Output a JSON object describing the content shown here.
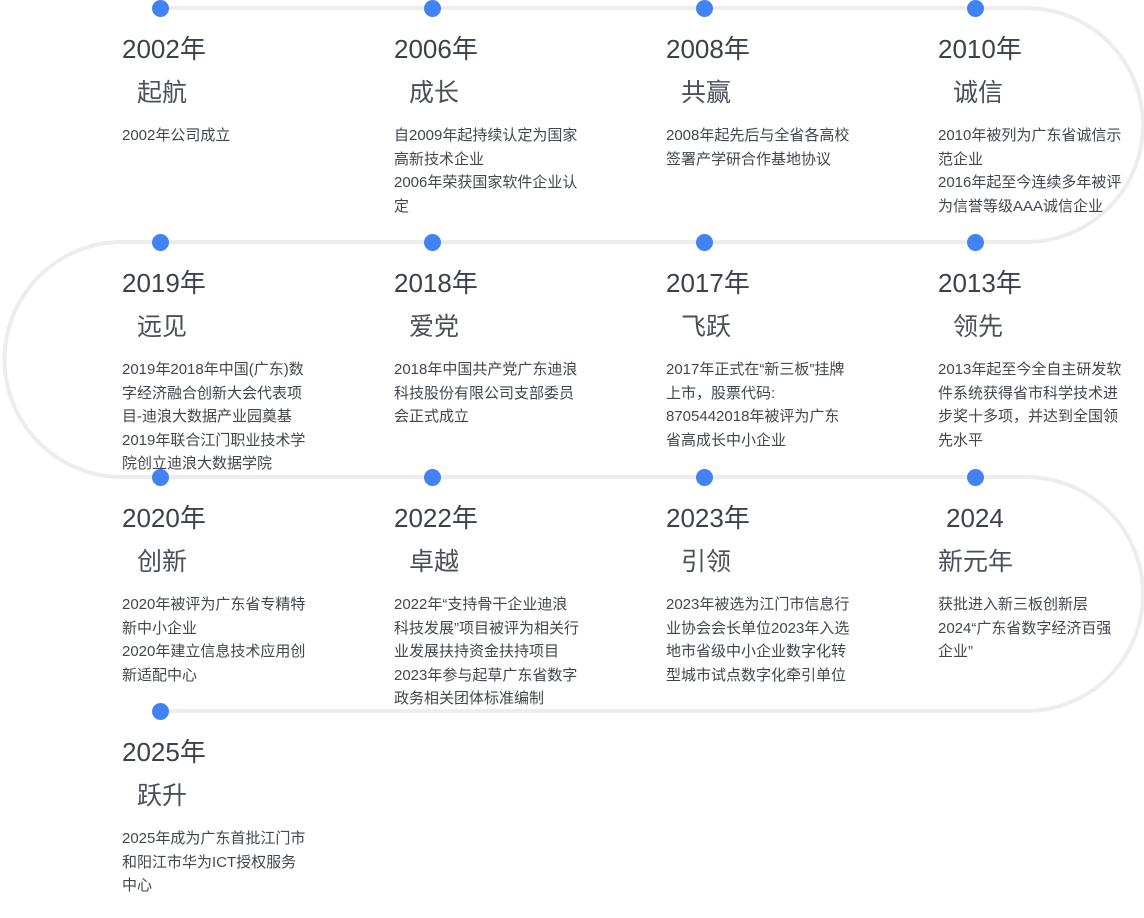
{
  "colors": {
    "background": "#ffffff",
    "line": "#ededed",
    "dot": "#4183f5",
    "year_text": "#3c414b",
    "title_text": "#4a4f5a",
    "body_text": "#41464f"
  },
  "timeline": {
    "shape": "serpentine-path",
    "rows": 4,
    "node_count": 13
  },
  "items": [
    {
      "year": "2002年",
      "title": "起航",
      "body": [
        "2002年公司成立"
      ]
    },
    {
      "year": "2006年",
      "title": "成长",
      "body": [
        "自2009年起持续认定为国家高新技术企业",
        "2006年荣获国家软件企业认定"
      ]
    },
    {
      "year": "2008年",
      "title": "共赢",
      "body": [
        "2008年起先后与全省各高校签署产学研合作基地协议"
      ]
    },
    {
      "year": "2010年",
      "title": "诚信",
      "body": [
        "2010年被列为广东省诚信示范企业",
        "2016年起至今连续多年被评为信誉等级AAA诚信企业"
      ]
    },
    {
      "year": "2019年",
      "title": "远见",
      "body": [
        "2019年2018年中国(广东)数字经济融合创新大会代表项目-迪浪大数据产业园奠基",
        "2019年联合江门职业技术学院创立迪浪大数据学院"
      ]
    },
    {
      "year": "2018年",
      "title": "爱党",
      "body": [
        "2018年中国共产党广东迪浪科技股份有限公司支部委员会正式成立"
      ]
    },
    {
      "year": "2017年",
      "title": "飞跃",
      "body": [
        "2017年正式在“新三板”挂牌上市，股票代码: 8705442018年被评为广东省高成长中小企业"
      ]
    },
    {
      "year": "2013年",
      "title": "领先",
      "body": [
        "2013年起至今全自主研发软件系统获得省市科学技术进步奖十多项，并达到全国领先水平"
      ]
    },
    {
      "year": "2020年",
      "title": "创新",
      "body": [
        "2020年被评为广东省专精特新中小企业",
        "2020年建立信息技术应用创新适配中心"
      ]
    },
    {
      "year": "2022年",
      "title": "卓越",
      "body": [
        "2022年“支持骨干企业迪浪科技发展”项目被评为相关行业发展扶持资金扶持项目",
        "2023年参与起草广东省数字政务相关团体标准编制"
      ]
    },
    {
      "year": "2023年",
      "title": "引领",
      "body": [
        "2023年被选为江门市信息行业协会会长单位2023年入选地市省级中小企业数字化转型城市试点数字化牵引单位"
      ]
    },
    {
      "year": "2024",
      "title": "新元年",
      "body": [
        "获批进入新三板创新层",
        "2024“广东省数字经济百强企业”"
      ]
    },
    {
      "year": "2025年",
      "title": "跃升",
      "body": [
        "2025年成为广东首批江门市和阳江市华为ICT授权服务中心"
      ]
    }
  ]
}
